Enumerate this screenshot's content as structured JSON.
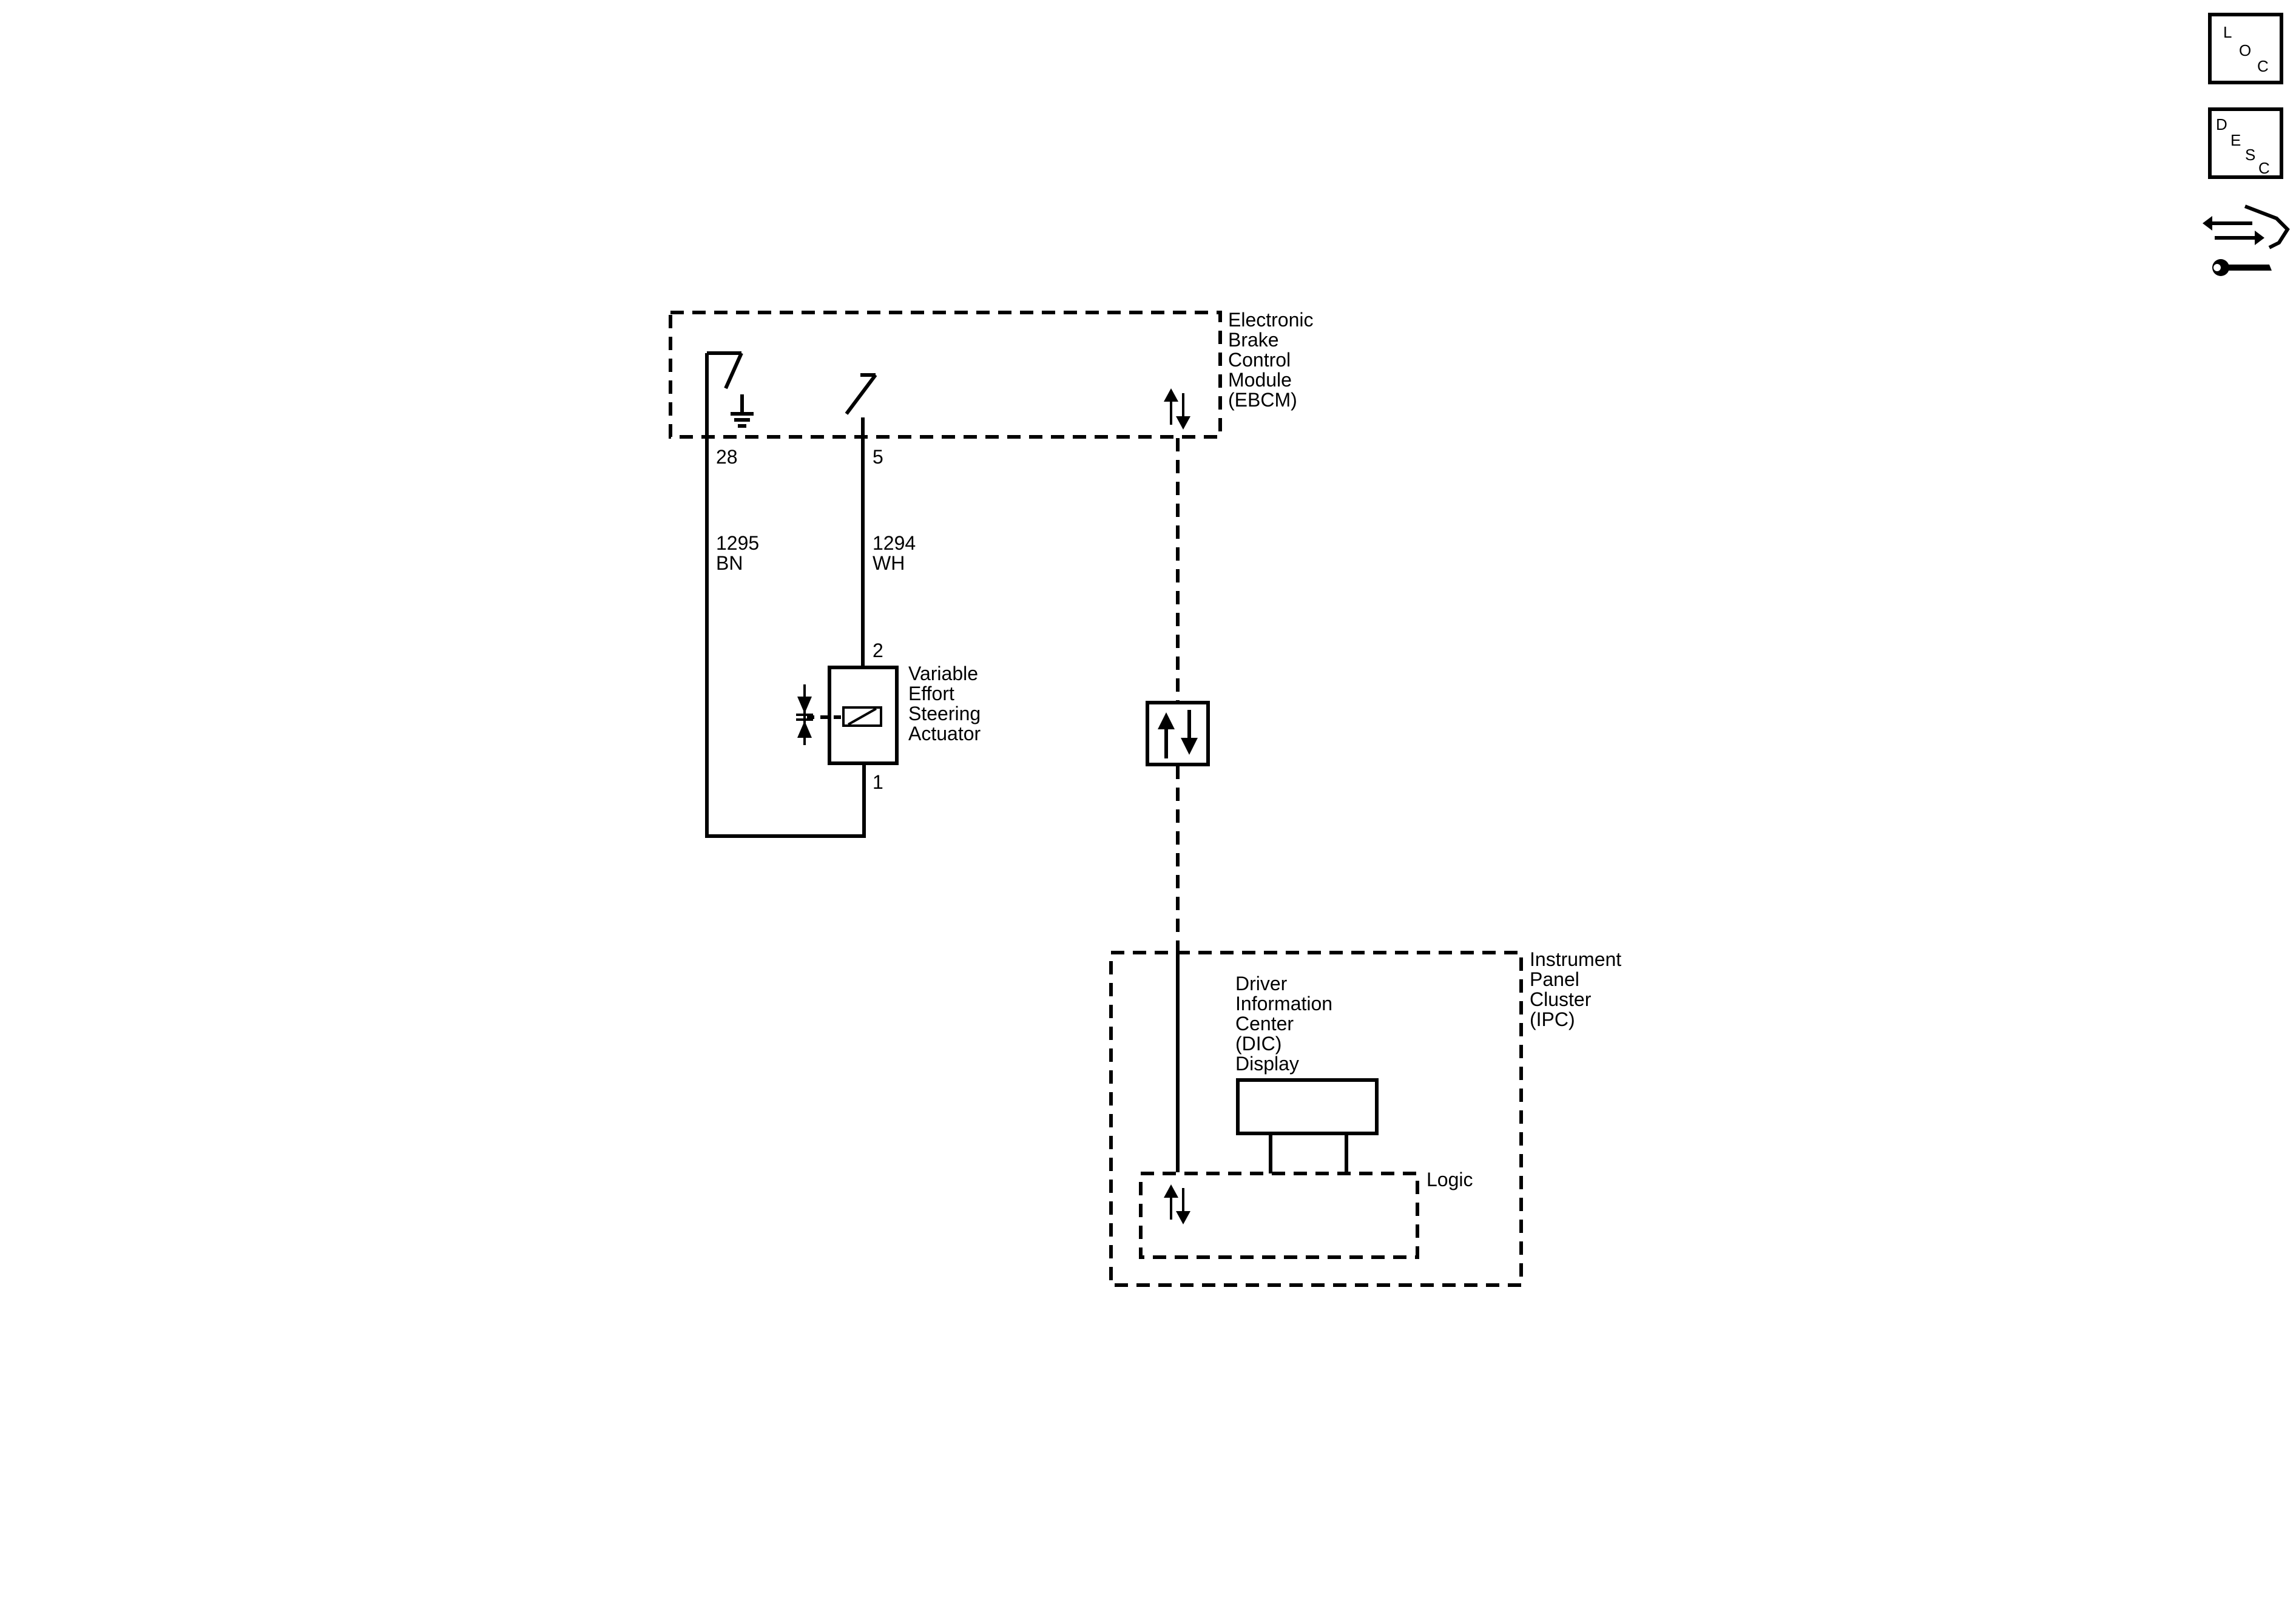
{
  "ebcm": {
    "label_lines": [
      "Electronic",
      "Brake",
      "Control",
      "Module",
      "(EBCM)"
    ],
    "pins": {
      "ground_pin": "28",
      "signal_pin": "5"
    }
  },
  "wires": {
    "ground": {
      "circuit": "1295",
      "color": "BN"
    },
    "signal": {
      "circuit": "1294",
      "color": "WH"
    }
  },
  "actuator": {
    "label_lines": [
      "Variable",
      "Effort",
      "Steering",
      "Actuator"
    ],
    "pin_top": "2",
    "pin_bottom": "1"
  },
  "ipc": {
    "label_lines": [
      "Instrument",
      "Panel",
      "Cluster",
      "(IPC)"
    ],
    "dic_label_lines": [
      "Driver",
      "Information",
      "Center",
      "(DIC)",
      "Display"
    ],
    "logic_label": "Logic"
  },
  "side_icons": [
    {
      "name": "loc-icon",
      "letters": [
        "L",
        "O",
        "C"
      ]
    },
    {
      "name": "desc-icon",
      "letters": [
        "D",
        "E",
        "S",
        "C"
      ]
    },
    {
      "name": "connector-wrench-icon"
    }
  ]
}
